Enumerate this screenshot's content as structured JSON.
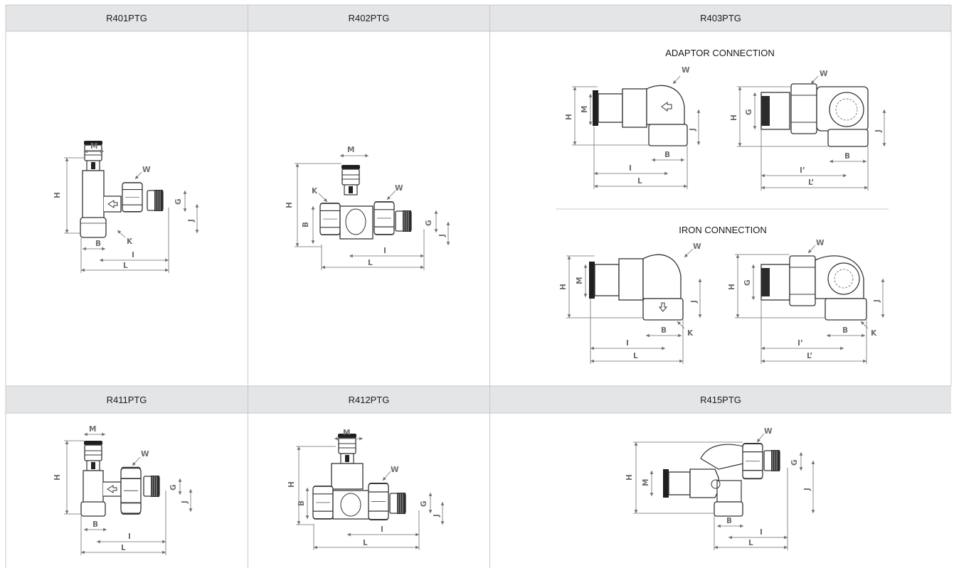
{
  "table": {
    "row1": [
      {
        "model": "R401PTG"
      },
      {
        "model": "R402PTG"
      },
      {
        "model": "R403PTG"
      }
    ],
    "row2": [
      {
        "model": "R411PTG"
      },
      {
        "model": "R412PTG"
      },
      {
        "model": "R415PTG"
      }
    ]
  },
  "r403": {
    "adaptor_title": "ADAPTOR CONNECTION",
    "iron_title": "IRON CONNECTION"
  },
  "dims": {
    "H": "H",
    "M": "M",
    "W": "W",
    "G": "G",
    "J": "J",
    "B": "B",
    "K": "K",
    "I": "I",
    "L": "L",
    "I_prime": "I’",
    "L_prime": "L’"
  },
  "colors": {
    "header_bg": "#e4e5e7",
    "grid_line": "#c8c8c8",
    "drawing_stroke": "#333333",
    "dimension": "#6e6e6e"
  }
}
